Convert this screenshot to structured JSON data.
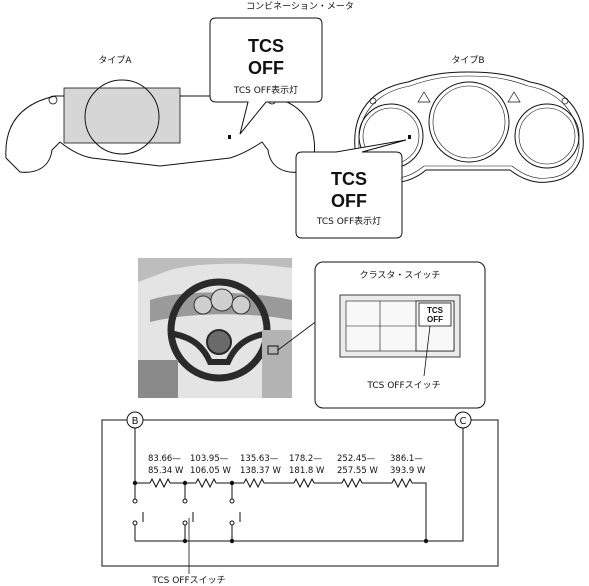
{
  "title": "コンビネーション・メータ",
  "type_a": {
    "label": "タイプA",
    "callout_line1": "TCS",
    "callout_line2": "OFF",
    "callout_caption": "TCS OFF表示灯"
  },
  "type_b": {
    "label": "タイプB",
    "callout_line1": "TCS",
    "callout_line2": "OFF",
    "callout_caption": "TCS OFF表示灯"
  },
  "cluster_switch": {
    "title": "クラスタ・スイッチ",
    "button_line1": "TCS",
    "button_line2": "OFF",
    "caption": "TCS OFFスイッチ"
  },
  "circuit": {
    "terminal_left": "B",
    "terminal_right": "C",
    "resistors": [
      {
        "line1": "83.66—",
        "line2": "85.34 W"
      },
      {
        "line1": "103.95—",
        "line2": "106.05 W"
      },
      {
        "line1": "135.63—",
        "line2": "138.37 W"
      },
      {
        "line1": "178.2—",
        "line2": "181.8 W"
      },
      {
        "line1": "252.45—",
        "line2": "257.55 W"
      },
      {
        "line1": "386.1—",
        "line2": "393.9 W"
      }
    ],
    "switch_caption": "TCS OFFスイッチ"
  }
}
